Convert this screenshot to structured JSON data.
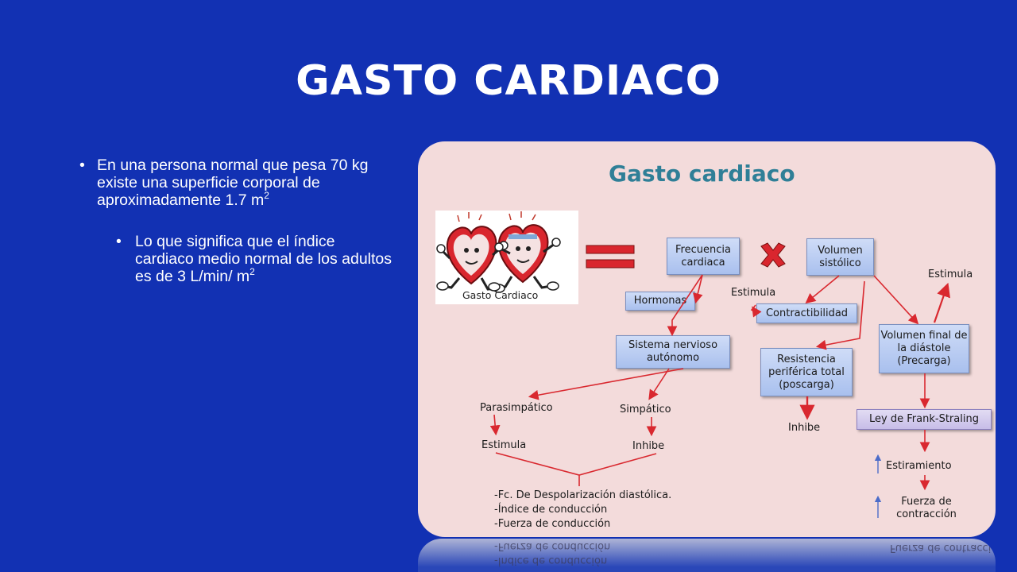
{
  "title": "GASTO CARDIACO",
  "bullets": {
    "b1": {
      "text": "En una persona normal que pesa 70 kg existe una superficie corporal de aproximadamente 1.7 m",
      "sup": "2"
    },
    "b2": {
      "text": "Lo que significa que el índice cardiaco medio normal de los adultos es de 3 L/min/ m",
      "sup": "2"
    }
  },
  "diagram": {
    "title": "Gasto cardiaco",
    "image_caption": "Gasto Cardiaco",
    "frecuencia": "Frecuencia cardiaca",
    "volumen": "Volumen sistólico",
    "hormonas": "Hormonas",
    "sistema": "Sistema nervioso autónomo",
    "parasimpatico": "Parasimpático",
    "simpatico": "Simpático",
    "estimula_left": "Estimula",
    "inhibe_left": "Inhibe",
    "effects": [
      "-Fc. De Despolarización diastólica.",
      "-Índice de conducción",
      "-Fuerza de conducción"
    ],
    "estimula_mid": "Estimula",
    "contractibilidad": "Contractibilidad",
    "resistencia": "Resistencia periférica total (poscarga)",
    "inhibe_mid": "Inhibe",
    "estimula_right": "Estimula",
    "volumen_final": "Volumen final de la diástole (Precarga)",
    "ley": "Ley de Frank-Straling",
    "estiramiento": "Estiramiento",
    "fuerza": "Fuerza de contracción"
  },
  "colors": {
    "background": "#1231b3",
    "panel": "#f3dbdb",
    "title_teal": "#2f7f97",
    "arrow_red": "#d9282f"
  }
}
